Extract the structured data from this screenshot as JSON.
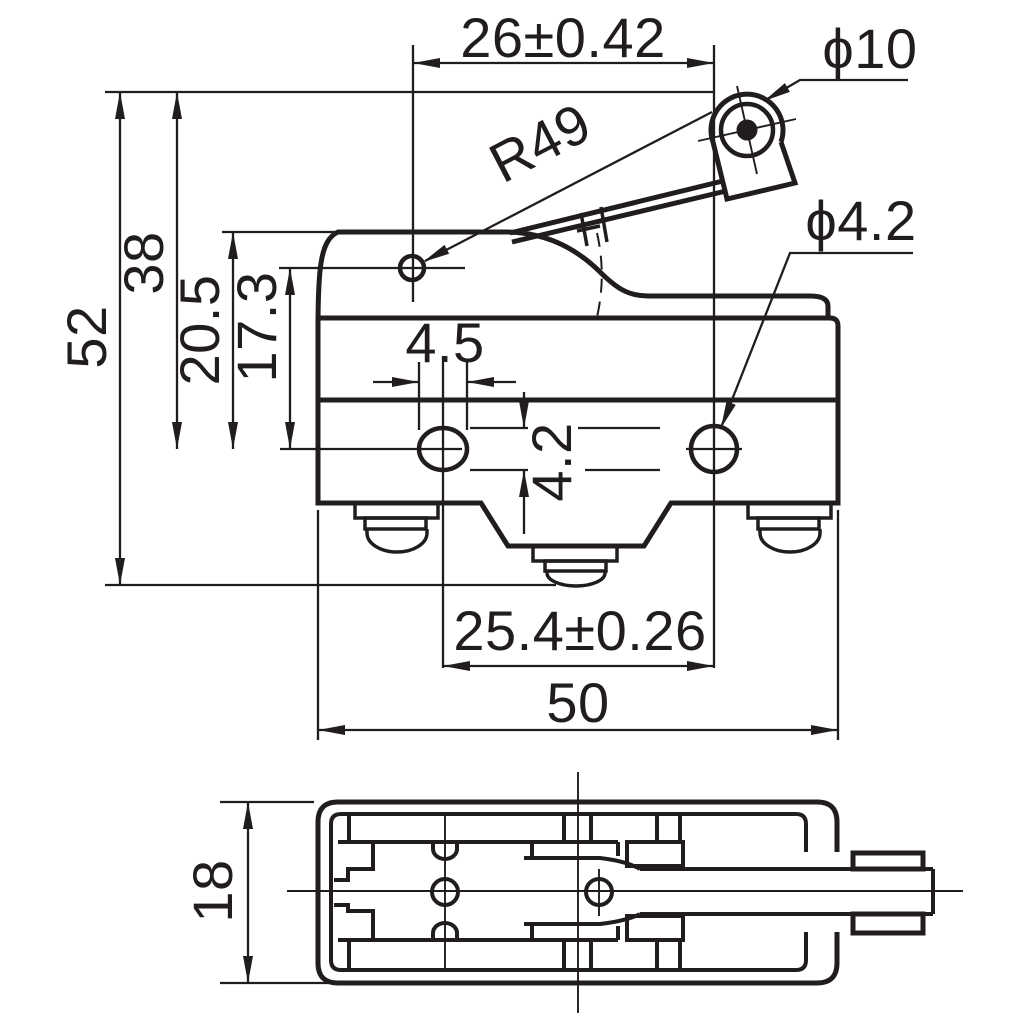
{
  "meta": {
    "type": "technical-drawing",
    "subject": "Micro limit switch with long roller lever, two orthographic views with dimensions",
    "units": "mm",
    "ink_color": "#211d1e",
    "background_color": "#ffffff"
  },
  "views": {
    "front": {
      "name": "front view",
      "dims": {
        "d26": "26±0.42",
        "phi10": "ϕ10",
        "r49": "R49",
        "phi42": "ϕ4.2",
        "d52": "52",
        "d38": "38",
        "d205": "20.5",
        "d173": "17.3",
        "d45": "4.5",
        "d42": "4.2",
        "d254": "25.4±0.26",
        "d50": "50"
      }
    },
    "bottom": {
      "name": "bottom view",
      "dims": {
        "d18": "18"
      }
    }
  }
}
